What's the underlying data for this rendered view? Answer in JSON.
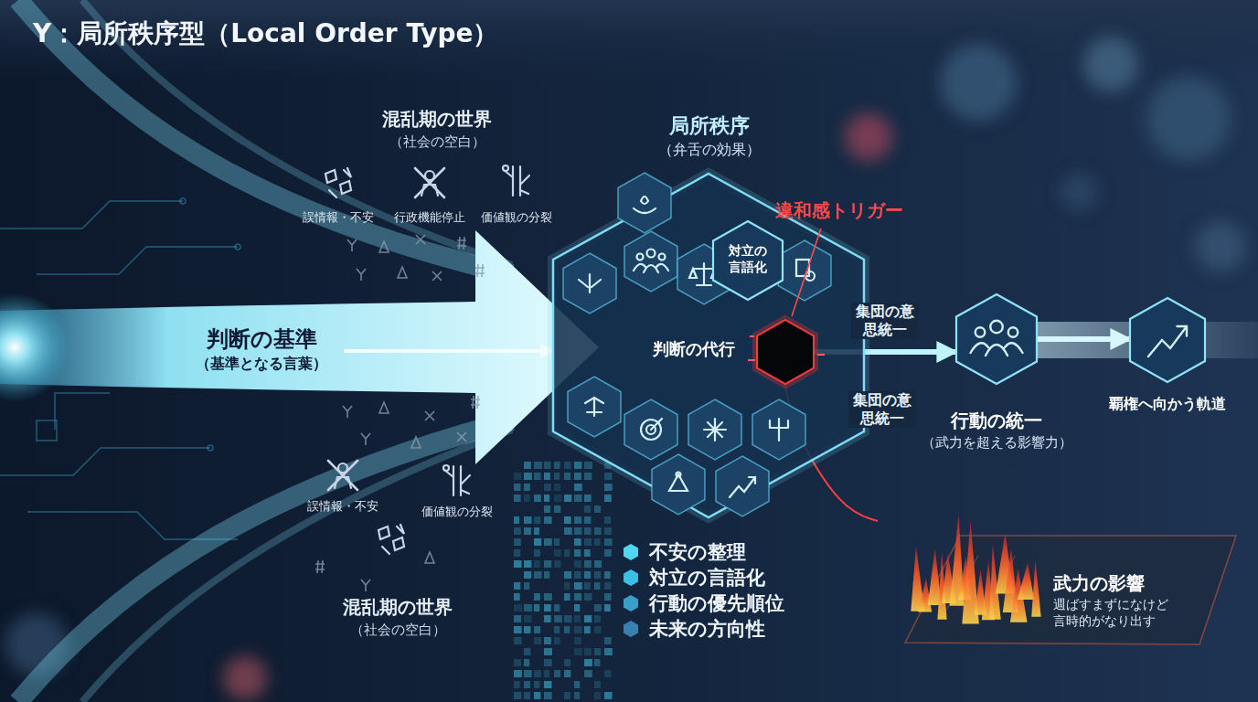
{
  "diagram": {
    "title": "Y：局所秩序型（Local Order Type）",
    "nodes": [
      {
        "text": [
          "判断の基準",
          "（基準となる言葉）"
        ]
      },
      {
        "text": [
          "局所秩序",
          "（弁舌の効果）"
        ]
      },
      {
        "text": [
          "対立の言語化"
        ],
        "in": 1
      },
      {
        "text": [
          "判断の代行"
        ],
        "in": 1
      },
      {
        "text": [
          "違和感トリガー"
        ],
        "in": 1
      },
      {
        "text": [
          "行動の統一",
          "（武力を超える影響力）"
        ]
      },
      {
        "text": [
          "覇権へ向かう軌道"
        ]
      },
      {
        "text": [
          "武力の影響",
          "週ばすまずになけど 言時的がなり出す"
        ]
      }
    ],
    "edges": [
      {
        "from": 0,
        "to": 1,
        "arrow": "to"
      },
      {
        "from": 4,
        "to": 5,
        "arrow": "to",
        "label": "集団の意思統一"
      },
      {
        "from": 5,
        "to": 6,
        "arrow": "to"
      },
      {
        "from": 4,
        "to": 7,
        "arrow": "none"
      }
    ],
    "labels": [
      "混乱期の世界",
      "（社会の空白）",
      "誤情報・不安",
      "行政機能停止",
      "価値観の分裂",
      "誤情報・不安",
      "価値観の分裂",
      "混乱期の世界",
      "（社会の空白）",
      "集団の意思統一"
    ],
    "legend": [
      {
        "text": "不安の整理",
        "color": "#4fd8f0"
      },
      {
        "text": "対立の言語化",
        "color": "#3cbfe0"
      },
      {
        "text": "行動の優先順位",
        "color": "#3a9fc8"
      },
      {
        "text": "未来の方向性",
        "color": "#3a7fb0"
      }
    ]
  }
}
